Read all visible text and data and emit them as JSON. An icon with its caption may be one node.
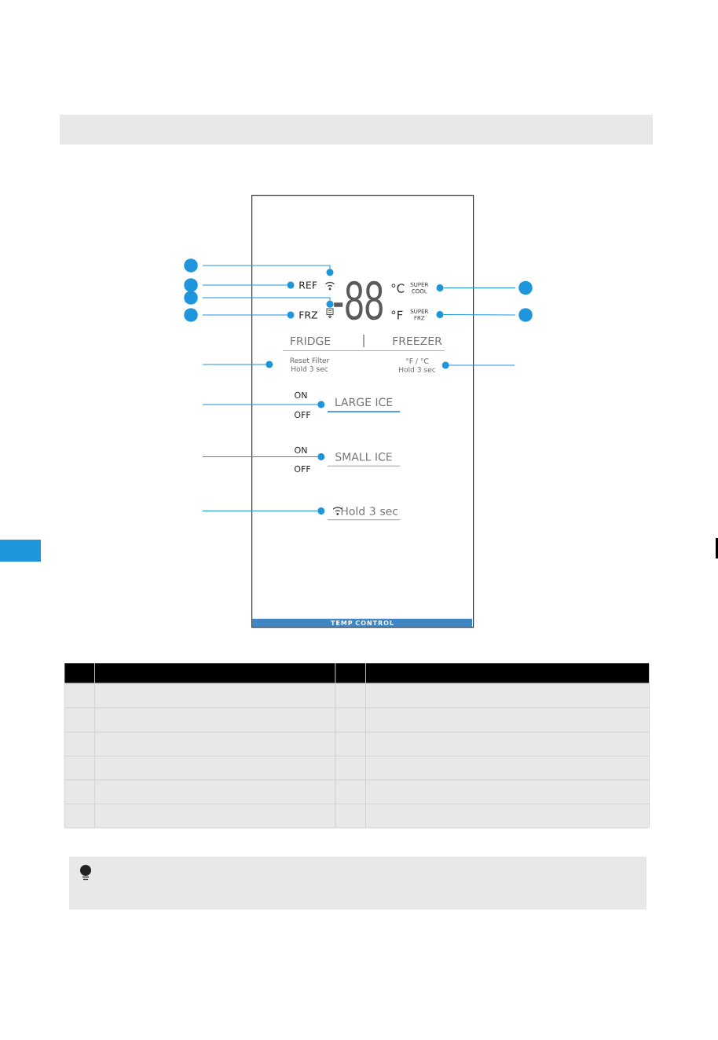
{
  "diagram": {
    "nodes": [
      {
        "text": [],
        "shape": "box"
      },
      {
        "text": [],
        "shape": "picture",
        "in": 0
      },
      {
        "text": [
          "REF"
        ],
        "in": 0
      },
      {
        "text": [],
        "shape": "picture",
        "in": 0
      },
      {
        "text": [
          "FRZ"
        ],
        "in": 0
      },
      {
        "text": [
          "SUPER COOL"
        ],
        "in": 0
      },
      {
        "text": [
          "SUPER FRZ"
        ],
        "in": 0
      },
      {
        "text": [
          "Reset Filter Hold 3 sec"
        ],
        "in": 0
      },
      {
        "text": [
          "°F / °C Hold 3 sec"
        ],
        "in": 0
      },
      {
        "text": [
          "LARGE ICE"
        ],
        "in": 0,
        "beside": [
          "ON",
          "OFF"
        ]
      },
      {
        "text": [
          "SMALL ICE"
        ],
        "in": 0,
        "beside": [
          "ON",
          "OFF"
        ]
      },
      {
        "text": [
          "Hold 3 sec"
        ],
        "in": 0
      },
      {
        "text": [
          "TEMP CONTROL"
        ],
        "in": 0
      },
      {
        "text": [],
        "shape": "circle"
      },
      {
        "text": [],
        "shape": "circle"
      },
      {
        "text": [],
        "shape": "circle"
      },
      {
        "text": [],
        "shape": "circle"
      },
      {
        "text": [],
        "shape": "circle"
      },
      {
        "text": [],
        "shape": "circle"
      }
    ],
    "edges": [
      {
        "from": 13,
        "to": 1,
        "arrow": "none"
      },
      {
        "from": 14,
        "to": 2,
        "arrow": "none"
      },
      {
        "from": 15,
        "to": 3,
        "arrow": "none"
      },
      {
        "from": 16,
        "to": 4,
        "arrow": "none"
      },
      {
        "from": 17,
        "to": 5,
        "arrow": "none"
      },
      {
        "from": 18,
        "to": 6,
        "arrow": "none"
      },
      {
        "from": null,
        "to": 7,
        "arrow": "none"
      },
      {
        "from": null,
        "to": 8,
        "arrow": "none"
      },
      {
        "from": null,
        "to": 9,
        "arrow": "none"
      },
      {
        "from": null,
        "to": 10,
        "arrow": "none"
      },
      {
        "from": null,
        "to": 11,
        "arrow": "none"
      }
    ],
    "labels": [
      "-88",
      "°C",
      "°F",
      "FRIDGE",
      "FREEZER"
    ]
  }
}
